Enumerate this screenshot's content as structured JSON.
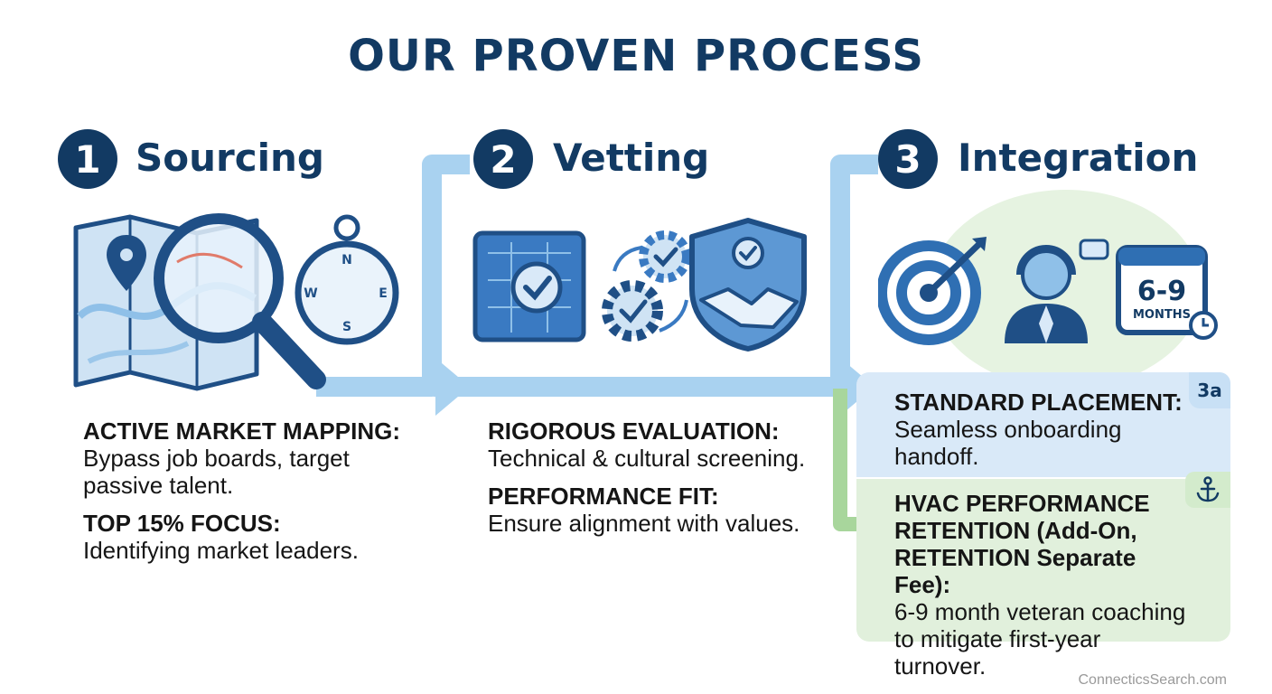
{
  "title": "OUR PROVEN PROCESS",
  "steps": [
    {
      "number": "1",
      "title": "Sourcing",
      "icons": [
        "map-icon",
        "magnifier-icon",
        "compass-icon"
      ],
      "compass_labels": [
        "N",
        "W",
        "E",
        "S"
      ],
      "points": [
        {
          "heading": "ACTIVE MARKET MAPPING:",
          "body": "Bypass job boards, target passive talent."
        },
        {
          "heading": "TOP 15% FOCUS:",
          "body": "Identifying market leaders."
        }
      ]
    },
    {
      "number": "2",
      "title": "Vetting",
      "icons": [
        "blueprint-check-icon",
        "gears-icon",
        "shield-handshake-icon"
      ],
      "points": [
        {
          "heading": "RIGOROUS EVALUATION:",
          "body": "Technical & cultural screening."
        },
        {
          "heading": "PERFORMANCE FIT:",
          "body": "Ensure alignment with values."
        }
      ]
    },
    {
      "number": "3",
      "title": "Integration",
      "icons": [
        "target-icon",
        "advisor-headset-icon",
        "calendar-icon"
      ],
      "calendar": {
        "range": "6-9",
        "unit": "MONTHS"
      },
      "options": [
        {
          "tag": "3a",
          "heading": "STANDARD PLACEMENT:",
          "body": "Seamless onboarding handoff."
        },
        {
          "tag_icon": "anchor-icon",
          "heading": "HVAC PERFORMANCE RETENTION (Add-On, RETENTION Separate Fee):",
          "body": "6-9 month veteran coaching to mitigate first-year turnover."
        }
      ]
    }
  ],
  "footer": "ConnecticsSearch.com",
  "colors": {
    "navy": "#123a63",
    "accent": "#2f6fb3",
    "flow_blue": "#a9d2f0",
    "flow_green": "#a8d69c",
    "box_blue": "#d9e9f8",
    "box_green": "#e1f0dc"
  }
}
